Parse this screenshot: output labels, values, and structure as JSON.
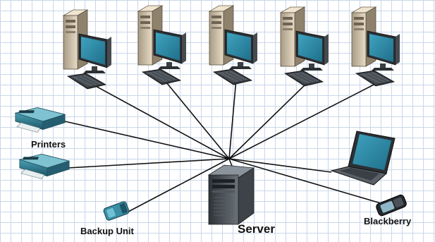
{
  "diagram": {
    "labels": {
      "printers": "Printers",
      "backup": "Backup Unit",
      "server": "Server",
      "blackberry": "Blackberry"
    }
  }
}
